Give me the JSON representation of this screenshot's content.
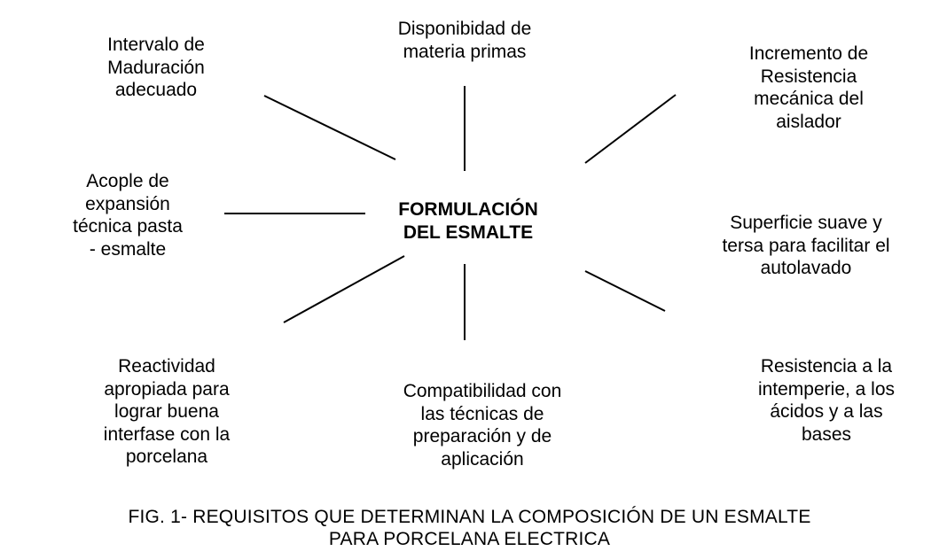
{
  "center": {
    "lines": [
      "FORMULACIÓN",
      "DEL ESMALTE"
    ]
  },
  "nodes": {
    "top_left": {
      "lines": [
        "Intervalo de",
        "Maduración",
        "adecuado"
      ]
    },
    "top": {
      "lines": [
        "Disponibidad de",
        "materia primas"
      ]
    },
    "top_right": {
      "lines": [
        "Incremento de",
        "Resistencia",
        "mecánica del",
        "aislador"
      ]
    },
    "left": {
      "lines": [
        "Acople de",
        "expansión",
        "técnica pasta",
        "- esmalte"
      ]
    },
    "right": {
      "lines": [
        "Superficie suave y",
        "tersa para facilitar el",
        "autolavado"
      ]
    },
    "bottom_left": {
      "lines": [
        "Reactividad",
        "apropiada para",
        "lograr buena",
        "interfase con la",
        "porcelana"
      ]
    },
    "bottom": {
      "lines": [
        "Compatibilidad con",
        "las técnicas de",
        "preparación y de",
        "aplicación"
      ]
    },
    "bottom_right": {
      "lines": [
        "Resistencia a la",
        "intemperie, a los",
        "ácidos y a las",
        "bases"
      ]
    }
  },
  "caption": {
    "lines": [
      "FIG. 1- REQUISITOS QUE DETERMINAN LA COMPOSICIÓN DE UN ESMALTE",
      "PARA PORCELANA ELECTRICA"
    ]
  }
}
